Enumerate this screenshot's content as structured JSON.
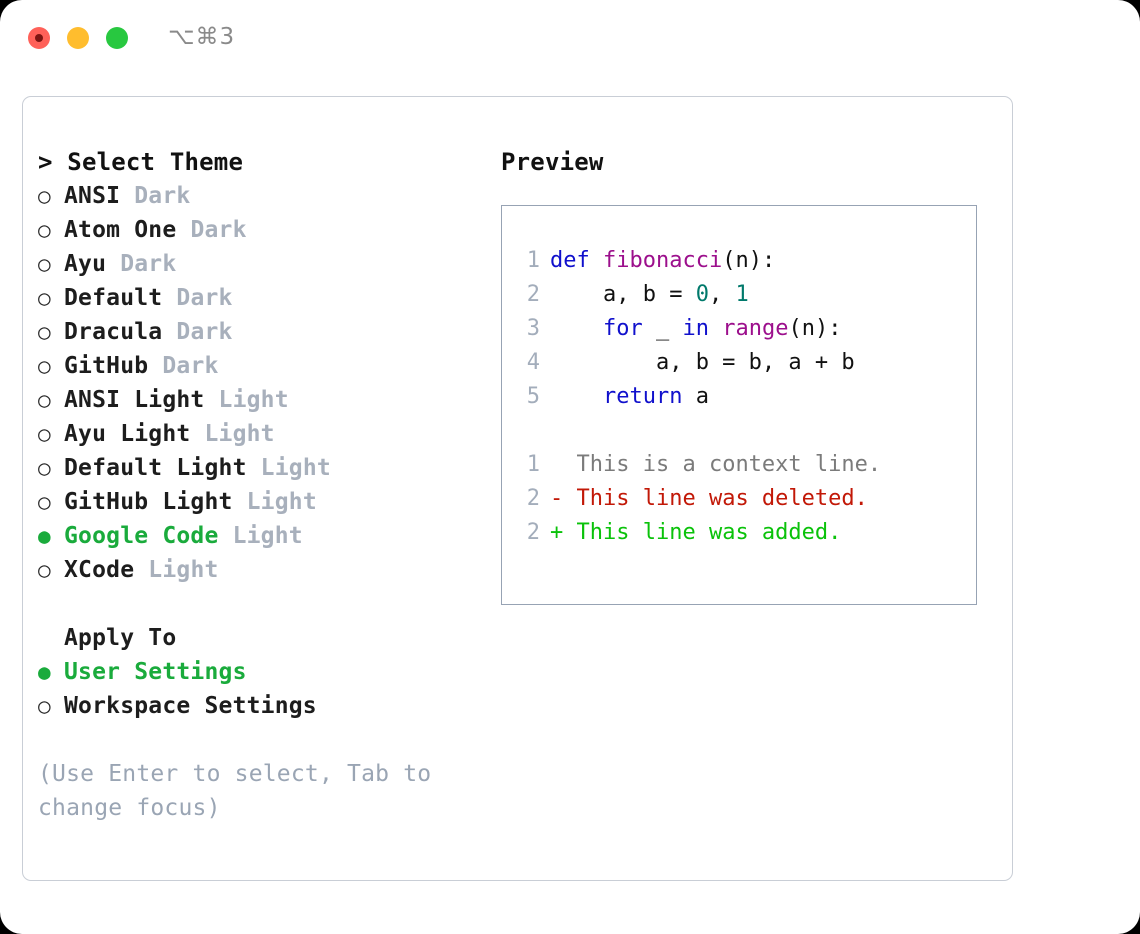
{
  "titlebar": {
    "shortcut": "⌥⌘3",
    "traffic_lights": [
      {
        "name": "close",
        "color": "#ff6159"
      },
      {
        "name": "minimize",
        "color": "#ffbd2e"
      },
      {
        "name": "maximize",
        "color": "#28c840"
      }
    ]
  },
  "theme_picker": {
    "header": "> Select Theme",
    "options": [
      {
        "bullet": "○",
        "label": "ANSI",
        "kind": "Dark",
        "selected": false
      },
      {
        "bullet": "○",
        "label": "Atom One",
        "kind": "Dark",
        "selected": false
      },
      {
        "bullet": "○",
        "label": "Ayu",
        "kind": "Dark",
        "selected": false
      },
      {
        "bullet": "○",
        "label": "Default",
        "kind": "Dark",
        "selected": false
      },
      {
        "bullet": "○",
        "label": "Dracula",
        "kind": "Dark",
        "selected": false
      },
      {
        "bullet": "○",
        "label": "GitHub",
        "kind": "Dark",
        "selected": false
      },
      {
        "bullet": "○",
        "label": "ANSI Light",
        "kind": "Light",
        "selected": false
      },
      {
        "bullet": "○",
        "label": "Ayu Light",
        "kind": "Light",
        "selected": false
      },
      {
        "bullet": "○",
        "label": "Default Light",
        "kind": "Light",
        "selected": false
      },
      {
        "bullet": "○",
        "label": "GitHub Light",
        "kind": "Light",
        "selected": false
      },
      {
        "bullet": "●",
        "label": "Google Code",
        "kind": "Light",
        "selected": true
      },
      {
        "bullet": "○",
        "label": "XCode",
        "kind": "Light",
        "selected": false
      }
    ]
  },
  "apply_to": {
    "label": "Apply To",
    "options": [
      {
        "bullet": "●",
        "label": "User Settings",
        "selected": true
      },
      {
        "bullet": "○",
        "label": "Workspace Settings",
        "selected": false
      }
    ]
  },
  "hint": "(Use Enter to select, Tab to change focus)",
  "preview": {
    "title": "Preview",
    "code_lines": [
      {
        "num": "1",
        "tokens": [
          {
            "t": "def",
            "c": "kw"
          },
          {
            "t": " ",
            "c": "plain"
          },
          {
            "t": "fibonacci",
            "c": "fn"
          },
          {
            "t": "(n):",
            "c": "plain"
          }
        ]
      },
      {
        "num": "2",
        "tokens": [
          {
            "t": "    a, b = ",
            "c": "plain"
          },
          {
            "t": "0",
            "c": "num"
          },
          {
            "t": ", ",
            "c": "plain"
          },
          {
            "t": "1",
            "c": "num"
          }
        ]
      },
      {
        "num": "3",
        "tokens": [
          {
            "t": "    ",
            "c": "plain"
          },
          {
            "t": "for",
            "c": "kw"
          },
          {
            "t": " _ ",
            "c": "plain"
          },
          {
            "t": "in",
            "c": "kw"
          },
          {
            "t": " ",
            "c": "plain"
          },
          {
            "t": "range",
            "c": "fn"
          },
          {
            "t": "(n):",
            "c": "plain"
          }
        ]
      },
      {
        "num": "4",
        "tokens": [
          {
            "t": "        a, b = b, a + b",
            "c": "plain"
          }
        ]
      },
      {
        "num": "5",
        "tokens": [
          {
            "t": "    ",
            "c": "plain"
          },
          {
            "t": "return",
            "c": "kw"
          },
          {
            "t": " a",
            "c": "plain"
          }
        ]
      }
    ],
    "diff_lines": [
      {
        "num": "1",
        "marker": "  ",
        "text": "This is a context line.",
        "kind": "ctx"
      },
      {
        "num": "2",
        "marker": "- ",
        "text": "This line was deleted.",
        "kind": "del"
      },
      {
        "num": "2",
        "marker": "+ ",
        "text": "This line was added.",
        "kind": "add"
      }
    ]
  },
  "colors": {
    "accent_green": "#1aab3c",
    "muted": "#a8b0bc",
    "hint": "#9aa5b4",
    "keyword": "#1010cc",
    "function": "#9c0f8c",
    "number": "#00796b",
    "diff_context": "#7b7b7b",
    "diff_deleted": "#c21807",
    "diff_added": "#0ac20a",
    "panel_border": "#97a3b4",
    "window_border": "#c9ced6"
  }
}
